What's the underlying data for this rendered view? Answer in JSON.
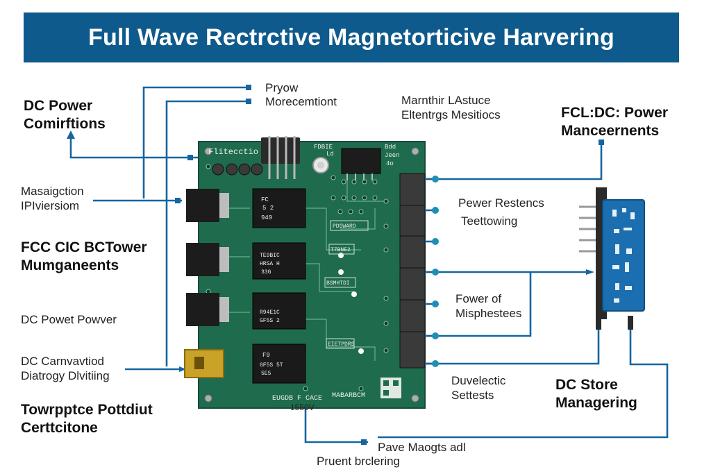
{
  "title": "Full Wave Rectrctive Magnetorticive Harvering",
  "colors": {
    "banner": "#0f5a8c",
    "connector_line": "#1565a0",
    "pcb": "#1f6b4e",
    "module": "#1b6fb0"
  },
  "labels": {
    "dc_power_conditions": [
      "DC Power",
      "Comirftions"
    ],
    "magnetic_divisions": [
      "Masaigction",
      "IPIviersiom"
    ],
    "fcc_tower": [
      "FCC CIC BCTower",
      "Mumganeents"
    ],
    "dc_powet_power": [
      "DC Powet Powver"
    ],
    "dc_carnvavtiod": [
      "DC Carnvavtiod",
      "Diatrogy Dlvitiing"
    ],
    "towrpptce": [
      "Towrpptce Pottdiut",
      "Certtcitone"
    ],
    "pryow": "Pryow",
    "morecemtiont": "Morecemtiont",
    "marnthir": [
      "Marnthir LAstuce",
      "Eltentrgs Mesitiocs"
    ],
    "fcl_dc_power": [
      "FCL:DC: Power",
      "Manceernents"
    ],
    "power_restencs": "Pewer Restencs",
    "teettowing": "Teettowing",
    "fower_of": [
      "Fower of",
      "Misphestees"
    ],
    "duvelectic": [
      "Duvelectic",
      "Settests"
    ],
    "dc_store": [
      "DC Store",
      "Managering"
    ],
    "pave_maogts": "Pave Maogts adl",
    "pruent": "Pruent brclering"
  },
  "pcb_text": {
    "header": "Flitecctio",
    "chip1": [
      "FDBIE",
      "Ld"
    ],
    "chip2": [
      "Bdd",
      "Jeen",
      "4o"
    ],
    "bottom": "EUGDB F CACE",
    "bottom2": "MABARBCM",
    "voltage": "1550V",
    "ic1": [
      "FC",
      "5 2",
      "949"
    ],
    "ic2": [
      "TE9BIC",
      "HRSA H",
      "33G"
    ],
    "ic3": [
      "R94E1C",
      "GF5S 2"
    ],
    "ic4": [
      "F9",
      "GF5S 5T",
      "5E5"
    ],
    "box1": "PDSWARO",
    "box2": "T7BNE2",
    "box3": "BSMHTDI",
    "box4": "EIETPDRS"
  }
}
